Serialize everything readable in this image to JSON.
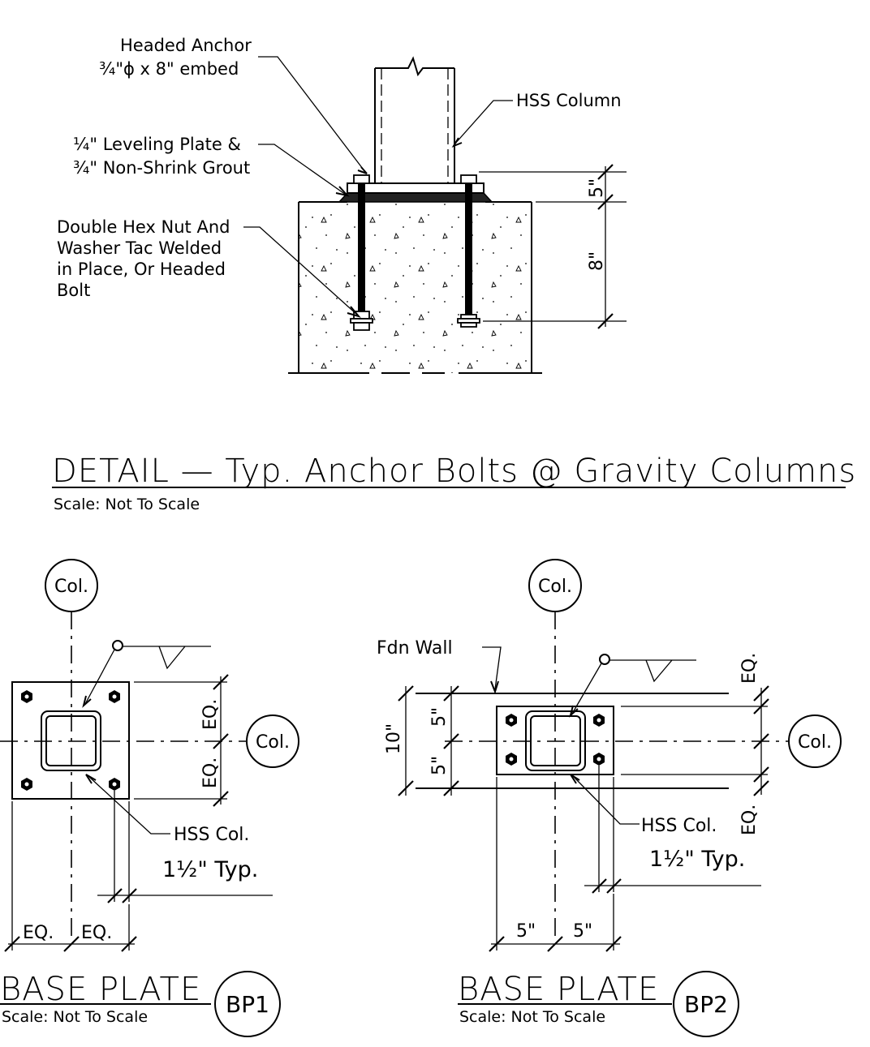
{
  "detail": {
    "notes": {
      "headed_anchor_line1": "Headed Anchor",
      "headed_anchor_line2": "¾\"ϕ x 8\" embed",
      "hss_column": "HSS Column",
      "leveling_line1": "¼\" Leveling Plate &",
      "leveling_line2": "¾\" Non-Shrink Grout",
      "nut_line1": "Double Hex Nut And",
      "nut_line2": "Washer Tac Welded",
      "nut_line3": "in Place, Or Headed",
      "nut_line4": "Bolt"
    },
    "dims": {
      "top": "5\"",
      "embed": "8\""
    },
    "title": "DETAIL — Typ. Anchor Bolts @ Gravity Columns",
    "scale": "Scale: Not To Scale"
  },
  "bp1": {
    "col_top": "Col.",
    "col_right": "Col.",
    "eq_upper": "EQ.",
    "eq_lower": "EQ.",
    "eq_left": "EQ.",
    "eq_right": "EQ.",
    "hss": "HSS Col.",
    "typ": "1½\" Typ.",
    "title": "BASE PLATE",
    "scale": "Scale: Not To Scale",
    "tag": "BP1"
  },
  "bp2": {
    "col_top": "Col.",
    "col_right": "Col.",
    "fdn_wall": "Fdn Wall",
    "dim_total": "10\"",
    "dim_upper": "5\"",
    "dim_lower": "5\"",
    "eq_upper": "EQ.",
    "eq_lower": "EQ.",
    "hss": "HSS Col.",
    "typ": "1½\" Typ.",
    "dim_left": "5\"",
    "dim_right": "5\"",
    "title": "BASE PLATE",
    "scale": "Scale: Not To Scale",
    "tag": "BP2"
  }
}
